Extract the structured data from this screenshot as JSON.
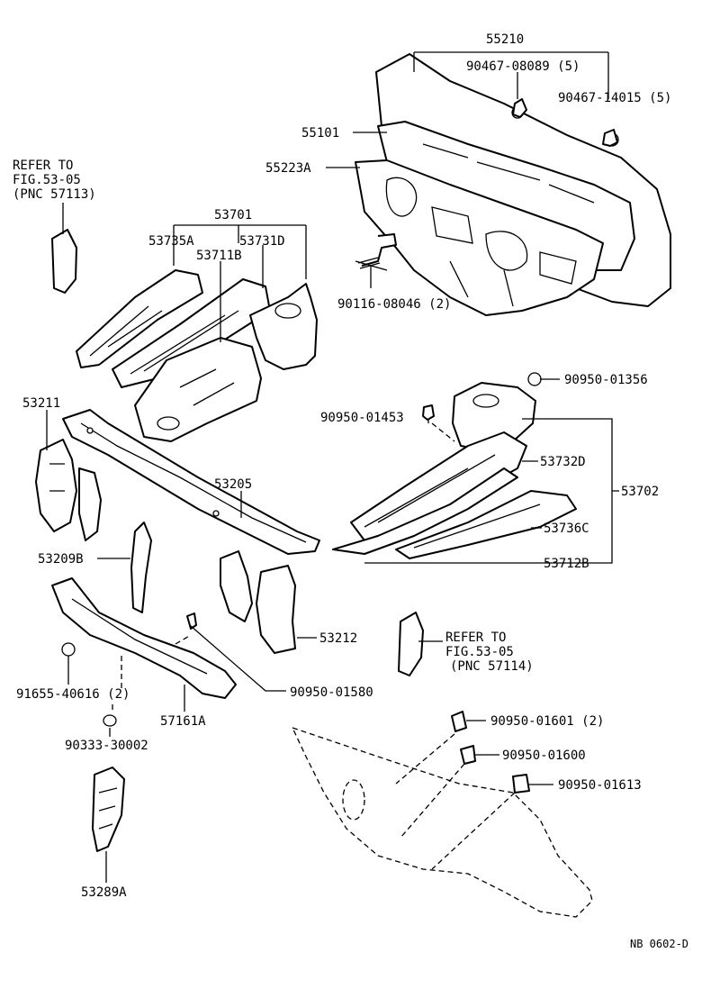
{
  "labels": {
    "p55210": "55210",
    "p90467_08089": "90467-08089 (5)",
    "p90467_14015": "90467-14015 (5)",
    "p55101": "55101",
    "p55223A": "55223A",
    "p90116_08046": "90116-08046 (2)",
    "refer_left_1": "REFER TO",
    "refer_left_2": "FIG.53-05",
    "refer_left_3": "(PNC 57113)",
    "p53701": "53701",
    "p53735A": "53735A",
    "p53731D": "53731D",
    "p53711B": "53711B",
    "p90950_01356": "90950-01356",
    "p90950_01453": "90950-01453",
    "p53211": "53211",
    "p53205": "53205",
    "p53732D": "53732D",
    "p53702": "53702",
    "p53736C": "53736C",
    "p53712B": "53712B",
    "p53209B": "53209B",
    "p53212": "53212",
    "refer_right_1": "REFER TO",
    "refer_right_2": "FIG.53-05",
    "refer_right_3": "(PNC 57114)",
    "p91655_40616": "91655-40616 (2)",
    "p90950_01580": "90950-01580",
    "p57161A": "57161A",
    "p90333_30002": "90333-30002",
    "p90950_01601": "90950-01601 (2)",
    "p90950_01600": "90950-01600",
    "p90950_01613": "90950-01613",
    "p53289A": "53289A",
    "figure_code": "NB 0602-D"
  }
}
